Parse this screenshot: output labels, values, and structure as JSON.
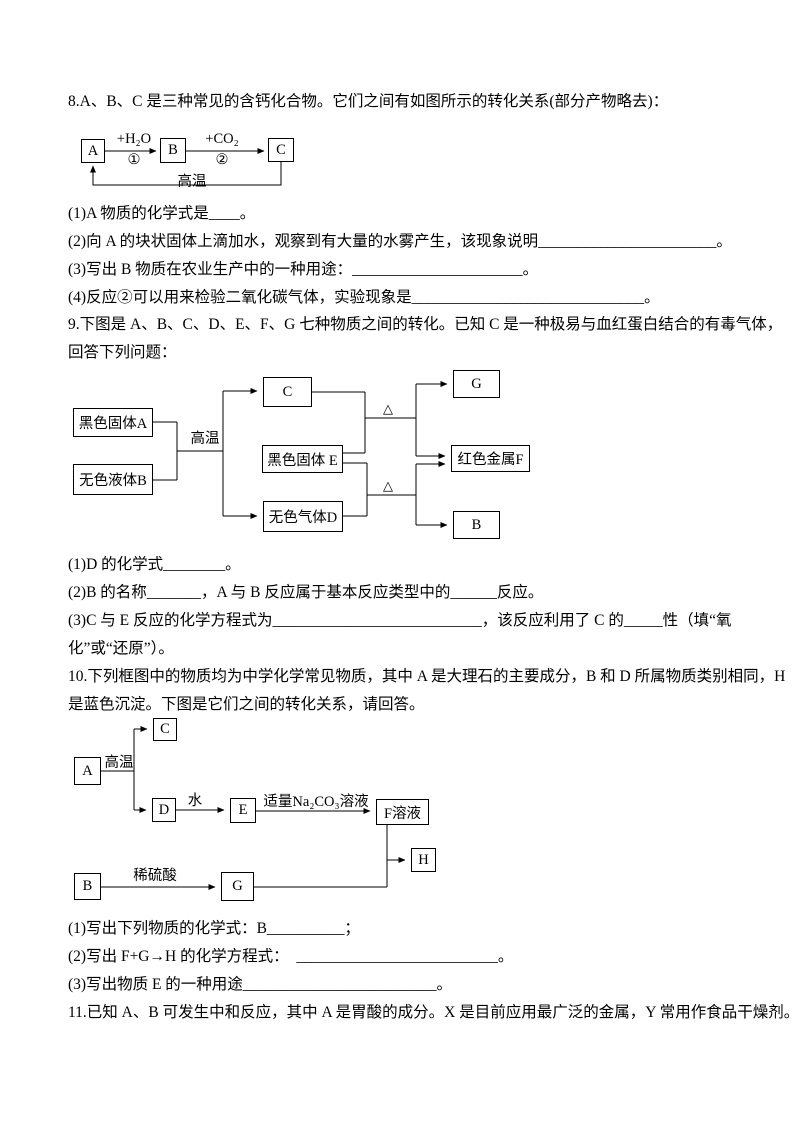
{
  "q8": {
    "stem": "8.A、B、C 是三种常见的含钙化合物。它们之间有如图所示的转化关系(部分产物略去)：",
    "diagram": {
      "box_a": "A",
      "box_b": "B",
      "box_c": "C",
      "arrow1_label": "+H₂O",
      "arrow1_num": "①",
      "arrow2_label": "+CO₂",
      "arrow2_num": "②",
      "return_label": "高温"
    },
    "parts": {
      "p1": "(1)A 物质的化学式是____。",
      "p2": "(2)向 A 的块状固体上滴加水，观察到有大量的水雾产生，该现象说明_______________________。",
      "p3": "(3)写出 B 物质在农业生产中的一种用途：______________________。",
      "p4": "(4)反应②可以用来检验二氧化碳气体，实验现象是______________________________。"
    }
  },
  "q9": {
    "stem_line1": "9.下图是 A、B、C、D、E、F、G 七种物质之间的转化。已知 C 是一种极易与血红蛋白结合的有毒气体，",
    "stem_line2": "回答下列问题：",
    "diagram": {
      "black_solid_a": "黑色固体A",
      "colorless_liquid_b": "无色液体B",
      "box_c": "C",
      "black_solid_e": "黑色固体 E",
      "colorless_gas_d": "无色气体D",
      "box_g": "G",
      "red_metal_f": "红色金属F",
      "box_b": "B",
      "high_temp": "高温",
      "delta": "△"
    },
    "parts": {
      "p1": "(1)D 的化学式________。",
      "p2": "(2)B 的名称_______，A 与 B 反应属于基本反应类型中的______反应。",
      "p3_line1": "(3)C 与 E 反应的化学方程式为___________________________，该反应利用了 C 的_____性（填“氧",
      "p3_line2": "化”或“还原”）。"
    }
  },
  "q10": {
    "stem_line1": "10.下列框图中的物质均为中学化学常见物质，其中 A 是大理石的主要成分，B 和 D 所属物质类别相同，H",
    "stem_line2": "是蓝色沉淀。下图是它们之间的转化关系，请回答。",
    "diagram": {
      "box_a": "A",
      "box_b": "B",
      "box_c": "C",
      "box_d": "D",
      "box_e": "E",
      "box_f": "F溶液",
      "box_g": "G",
      "box_h": "H",
      "high_temp": "高温",
      "water": "水",
      "na2co3": "适量Na₂CO₃溶液",
      "dilute_acid": "稀硫酸"
    },
    "parts": {
      "p1": "(1)写出下列物质的化学式：B__________；",
      "p2": "(2)写出 F+G→H 的化学方程式：  __________________________。",
      "p3": "(3)写出物质 E 的一种用途_________________________。"
    }
  },
  "q11": {
    "stem": "11.已知 A、B 可发生中和反应，其中 A 是胃酸的成分。X 是目前应用最广泛的金属，Y 常用作食品干燥剂。"
  }
}
